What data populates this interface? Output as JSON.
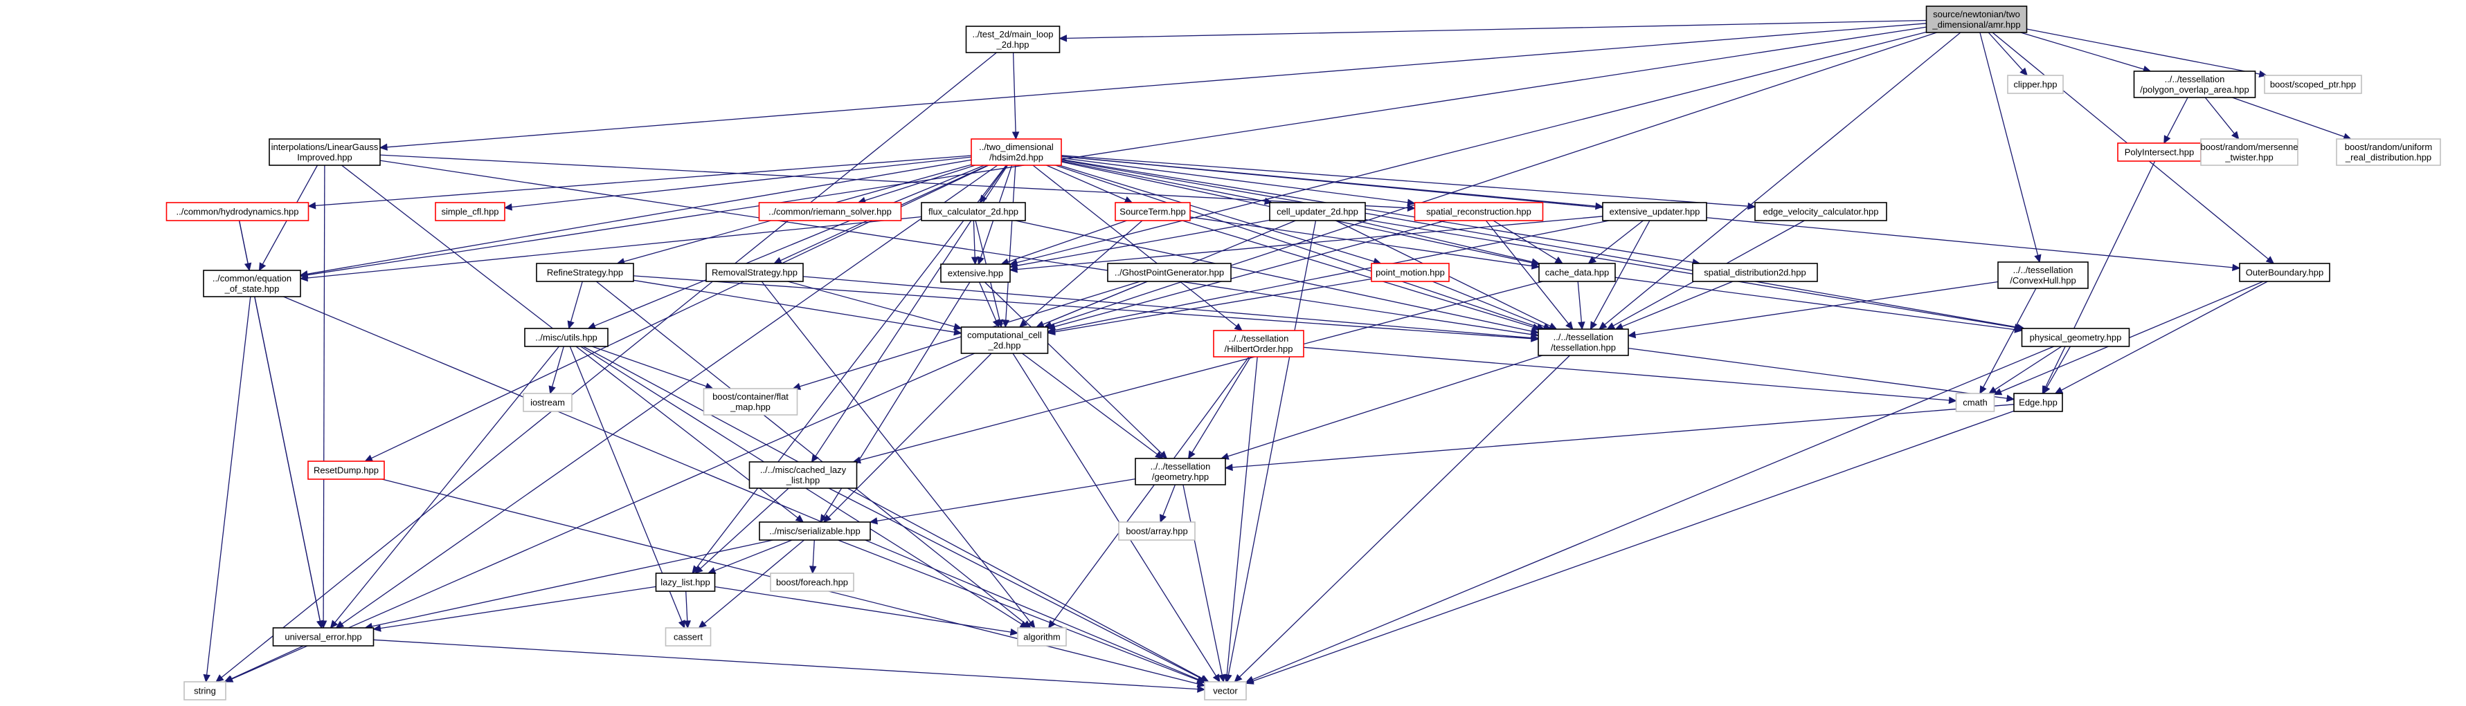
{
  "diagram": {
    "colors": {
      "root_fill": "#bfbfbf",
      "root_stroke": "#000000",
      "normal_stroke": "#000000",
      "missing_stroke": "#ff0000",
      "external_stroke": "#bfbfbf",
      "external_text": "#000000",
      "edge": "#191970",
      "background": "#ffffff"
    },
    "nodes": [
      {
        "id": "root",
        "lines": [
          "source/newtonian/two",
          "_dimensional/amr.hpp"
        ],
        "style": "root"
      },
      {
        "id": "test_2d",
        "lines": [
          "../test_2d/main_loop",
          "_2d.hpp"
        ],
        "style": "normal"
      },
      {
        "id": "clipper",
        "lines": [
          "clipper.hpp"
        ],
        "style": "external"
      },
      {
        "id": "polygon_overlap",
        "lines": [
          "../../tessellation",
          "/polygon_overlap_area.hpp"
        ],
        "style": "normal"
      },
      {
        "id": "boost_scoped",
        "lines": [
          "boost/scoped_ptr.hpp"
        ],
        "style": "external"
      },
      {
        "id": "linear_gauss",
        "lines": [
          "interpolations/LinearGauss",
          "Improved.hpp"
        ],
        "style": "normal"
      },
      {
        "id": "hdsim2d",
        "lines": [
          "../two_dimensional",
          "/hdsim2d.hpp"
        ],
        "style": "missing"
      },
      {
        "id": "polyintersect",
        "lines": [
          "PolyIntersect.hpp"
        ],
        "style": "missing"
      },
      {
        "id": "mersenne",
        "lines": [
          "boost/random/mersenne",
          "_twister.hpp"
        ],
        "style": "external"
      },
      {
        "id": "uniform_real",
        "lines": [
          "boost/random/uniform",
          "_real_distribution.hpp"
        ],
        "style": "external"
      },
      {
        "id": "hydrodynamics",
        "lines": [
          "../common/hydrodynamics.hpp"
        ],
        "style": "missing"
      },
      {
        "id": "simple_cfl",
        "lines": [
          "simple_cfl.hpp"
        ],
        "style": "missing"
      },
      {
        "id": "riemann",
        "lines": [
          "../common/riemann_solver.hpp"
        ],
        "style": "missing"
      },
      {
        "id": "flux_calc",
        "lines": [
          "flux_calculator_2d.hpp"
        ],
        "style": "normal"
      },
      {
        "id": "source_term",
        "lines": [
          "SourceTerm.hpp"
        ],
        "style": "missing"
      },
      {
        "id": "cell_updater",
        "lines": [
          "cell_updater_2d.hpp"
        ],
        "style": "normal"
      },
      {
        "id": "spatial_recon",
        "lines": [
          "spatial_reconstruction.hpp"
        ],
        "style": "missing"
      },
      {
        "id": "ext_updater",
        "lines": [
          "extensive_updater.hpp"
        ],
        "style": "normal"
      },
      {
        "id": "edge_vel",
        "lines": [
          "edge_velocity_calculator.hpp"
        ],
        "style": "normal"
      },
      {
        "id": "eq_of_state",
        "lines": [
          "../common/equation",
          "_of_state.hpp"
        ],
        "style": "normal"
      },
      {
        "id": "extensive",
        "lines": [
          "extensive.hpp"
        ],
        "style": "normal"
      },
      {
        "id": "ghost_point",
        "lines": [
          "../GhostPointGenerator.hpp"
        ],
        "style": "normal"
      },
      {
        "id": "point_motion",
        "lines": [
          "point_motion.hpp"
        ],
        "style": "missing"
      },
      {
        "id": "cache_data",
        "lines": [
          "cache_data.hpp"
        ],
        "style": "normal"
      },
      {
        "id": "spatial_dist",
        "lines": [
          "spatial_distribution2d.hpp"
        ],
        "style": "normal"
      },
      {
        "id": "convex_hull",
        "lines": [
          "../../tessellation",
          "/ConvexHull.hpp"
        ],
        "style": "normal"
      },
      {
        "id": "outer_boundary",
        "lines": [
          "OuterBoundary.hpp"
        ],
        "style": "normal"
      },
      {
        "id": "refine",
        "lines": [
          "RefineStrategy.hpp"
        ],
        "style": "normal"
      },
      {
        "id": "removal",
        "lines": [
          "RemovalStrategy.hpp"
        ],
        "style": "normal"
      },
      {
        "id": "misc_utils",
        "lines": [
          "../misc/utils.hpp"
        ],
        "style": "normal"
      },
      {
        "id": "comp_cell",
        "lines": [
          "computational_cell",
          "_2d.hpp"
        ],
        "style": "normal"
      },
      {
        "id": "hilbert",
        "lines": [
          "../../tessellation",
          "/HilbertOrder.hpp"
        ],
        "style": "missing"
      },
      {
        "id": "tessellation",
        "lines": [
          "../../tessellation",
          "/tessellation.hpp"
        ],
        "style": "normal"
      },
      {
        "id": "phys_geom",
        "lines": [
          "physical_geometry.hpp"
        ],
        "style": "normal"
      },
      {
        "id": "iostream",
        "lines": [
          "iostream"
        ],
        "style": "external"
      },
      {
        "id": "flat_map",
        "lines": [
          "boost/container/flat",
          "_map.hpp"
        ],
        "style": "external"
      },
      {
        "id": "cmath",
        "lines": [
          "cmath"
        ],
        "style": "external"
      },
      {
        "id": "edge",
        "lines": [
          "Edge.hpp"
        ],
        "style": "normal"
      },
      {
        "id": "reset_dump",
        "lines": [
          "ResetDump.hpp"
        ],
        "style": "missing"
      },
      {
        "id": "cached_lazy",
        "lines": [
          "../../misc/cached_lazy",
          "_list.hpp"
        ],
        "style": "normal"
      },
      {
        "id": "geometry",
        "lines": [
          "../../tessellation",
          "/geometry.hpp"
        ],
        "style": "normal"
      },
      {
        "id": "boost_array",
        "lines": [
          "boost/array.hpp"
        ],
        "style": "external"
      },
      {
        "id": "serializable",
        "lines": [
          "../misc/serializable.hpp"
        ],
        "style": "normal"
      },
      {
        "id": "lazy_list",
        "lines": [
          "lazy_list.hpp"
        ],
        "style": "normal"
      },
      {
        "id": "boost_foreach",
        "lines": [
          "boost/foreach.hpp"
        ],
        "style": "external"
      },
      {
        "id": "universal_error",
        "lines": [
          "universal_error.hpp"
        ],
        "style": "normal"
      },
      {
        "id": "cassert",
        "lines": [
          "cassert"
        ],
        "style": "external"
      },
      {
        "id": "algorithm",
        "lines": [
          "algorithm"
        ],
        "style": "external"
      },
      {
        "id": "string",
        "lines": [
          "string"
        ],
        "style": "external"
      },
      {
        "id": "vector",
        "lines": [
          "vector"
        ],
        "style": "external"
      }
    ],
    "edges": [
      [
        "root",
        "test_2d"
      ],
      [
        "root",
        "clipper"
      ],
      [
        "root",
        "polygon_overlap"
      ],
      [
        "root",
        "boost_scoped"
      ],
      [
        "root",
        "linear_gauss"
      ],
      [
        "root",
        "eq_of_state"
      ],
      [
        "root",
        "extensive"
      ],
      [
        "root",
        "tessellation"
      ],
      [
        "root",
        "convex_hull"
      ],
      [
        "root",
        "outer_boundary"
      ],
      [
        "root",
        "comp_cell"
      ],
      [
        "test_2d",
        "hdsim2d"
      ],
      [
        "test_2d",
        "string"
      ],
      [
        "polygon_overlap",
        "polyintersect"
      ],
      [
        "polygon_overlap",
        "mersenne"
      ],
      [
        "polygon_overlap",
        "uniform_real"
      ],
      [
        "polyintersect",
        "edge"
      ],
      [
        "linear_gauss",
        "spatial_recon"
      ],
      [
        "linear_gauss",
        "eq_of_state"
      ],
      [
        "linear_gauss",
        "serializable"
      ],
      [
        "linear_gauss",
        "universal_error"
      ],
      [
        "linear_gauss",
        "tessellation"
      ],
      [
        "hdsim2d",
        "hydrodynamics"
      ],
      [
        "hdsim2d",
        "simple_cfl"
      ],
      [
        "hdsim2d",
        "riemann"
      ],
      [
        "hdsim2d",
        "flux_calc"
      ],
      [
        "hdsim2d",
        "source_term"
      ],
      [
        "hdsim2d",
        "cell_updater"
      ],
      [
        "hdsim2d",
        "spatial_recon"
      ],
      [
        "hdsim2d",
        "ext_updater"
      ],
      [
        "hdsim2d",
        "edge_vel"
      ],
      [
        "hdsim2d",
        "eq_of_state"
      ],
      [
        "hdsim2d",
        "extensive"
      ],
      [
        "hdsim2d",
        "point_motion"
      ],
      [
        "hdsim2d",
        "cache_data"
      ],
      [
        "hdsim2d",
        "spatial_dist"
      ],
      [
        "hdsim2d",
        "outer_boundary"
      ],
      [
        "hdsim2d",
        "refine"
      ],
      [
        "hdsim2d",
        "removal"
      ],
      [
        "hdsim2d",
        "misc_utils"
      ],
      [
        "hdsim2d",
        "comp_cell"
      ],
      [
        "hdsim2d",
        "hilbert"
      ],
      [
        "hdsim2d",
        "tessellation"
      ],
      [
        "hdsim2d",
        "phys_geom"
      ],
      [
        "hdsim2d",
        "reset_dump"
      ],
      [
        "hdsim2d",
        "cached_lazy"
      ],
      [
        "hdsim2d",
        "lazy_list"
      ],
      [
        "hdsim2d",
        "universal_error"
      ],
      [
        "hydrodynamics",
        "eq_of_state"
      ],
      [
        "hydrodynamics",
        "universal_error"
      ],
      [
        "flux_calc",
        "extensive"
      ],
      [
        "flux_calc",
        "comp_cell"
      ],
      [
        "flux_calc",
        "tessellation"
      ],
      [
        "flux_calc",
        "eq_of_state"
      ],
      [
        "source_term",
        "extensive"
      ],
      [
        "source_term",
        "comp_cell"
      ],
      [
        "source_term",
        "cache_data"
      ],
      [
        "source_term",
        "tessellation"
      ],
      [
        "cell_updater",
        "extensive"
      ],
      [
        "cell_updater",
        "comp_cell"
      ],
      [
        "cell_updater",
        "cache_data"
      ],
      [
        "cell_updater",
        "tessellation"
      ],
      [
        "cell_updater",
        "phys_geom"
      ],
      [
        "cell_updater",
        "vector"
      ],
      [
        "spatial_recon",
        "tessellation"
      ],
      [
        "spatial_recon",
        "comp_cell"
      ],
      [
        "spatial_recon",
        "cache_data"
      ],
      [
        "ext_updater",
        "extensive"
      ],
      [
        "ext_updater",
        "comp_cell"
      ],
      [
        "ext_updater",
        "cache_data"
      ],
      [
        "ext_updater",
        "tessellation"
      ],
      [
        "edge_vel",
        "tessellation"
      ],
      [
        "eq_of_state",
        "string"
      ],
      [
        "eq_of_state",
        "vector"
      ],
      [
        "eq_of_state",
        "universal_error"
      ],
      [
        "extensive",
        "comp_cell"
      ],
      [
        "extensive",
        "geometry"
      ],
      [
        "extensive",
        "serializable"
      ],
      [
        "ghost_point",
        "comp_cell"
      ],
      [
        "ghost_point",
        "flat_map"
      ],
      [
        "point_motion",
        "tessellation"
      ],
      [
        "point_motion",
        "comp_cell"
      ],
      [
        "cache_data",
        "tessellation"
      ],
      [
        "cache_data",
        "phys_geom"
      ],
      [
        "cache_data",
        "cached_lazy"
      ],
      [
        "spatial_dist",
        "tessellation"
      ],
      [
        "convex_hull",
        "tessellation"
      ],
      [
        "convex_hull",
        "cmath"
      ],
      [
        "outer_boundary",
        "edge"
      ],
      [
        "outer_boundary",
        "cmath"
      ],
      [
        "refine",
        "misc_utils"
      ],
      [
        "refine",
        "comp_cell"
      ],
      [
        "refine",
        "tessellation"
      ],
      [
        "refine",
        "algorithm"
      ],
      [
        "removal",
        "comp_cell"
      ],
      [
        "removal",
        "tessellation"
      ],
      [
        "removal",
        "algorithm"
      ],
      [
        "misc_utils",
        "iostream"
      ],
      [
        "misc_utils",
        "flat_map"
      ],
      [
        "misc_utils",
        "cassert"
      ],
      [
        "misc_utils",
        "algorithm"
      ],
      [
        "misc_utils",
        "universal_error"
      ],
      [
        "misc_utils",
        "vector"
      ],
      [
        "comp_cell",
        "geometry"
      ],
      [
        "comp_cell",
        "serializable"
      ],
      [
        "comp_cell",
        "vector"
      ],
      [
        "comp_cell",
        "string"
      ],
      [
        "hilbert",
        "geometry"
      ],
      [
        "hilbert",
        "cmath"
      ],
      [
        "hilbert",
        "algorithm"
      ],
      [
        "hilbert",
        "vector"
      ],
      [
        "tessellation",
        "geometry"
      ],
      [
        "tessellation",
        "edge"
      ],
      [
        "tessellation",
        "vector"
      ],
      [
        "phys_geom",
        "edge"
      ],
      [
        "phys_geom",
        "cmath"
      ],
      [
        "phys_geom",
        "vector"
      ],
      [
        "edge",
        "geometry"
      ],
      [
        "edge",
        "vector"
      ],
      [
        "reset_dump",
        "vector"
      ],
      [
        "cached_lazy",
        "lazy_list"
      ],
      [
        "cached_lazy",
        "vector"
      ],
      [
        "geometry",
        "boost_array"
      ],
      [
        "geometry",
        "serializable"
      ],
      [
        "geometry",
        "vector"
      ],
      [
        "serializable",
        "lazy_list"
      ],
      [
        "serializable",
        "boost_foreach"
      ],
      [
        "serializable",
        "cassert"
      ],
      [
        "serializable",
        "universal_error"
      ],
      [
        "serializable",
        "vector"
      ],
      [
        "lazy_list",
        "universal_error"
      ],
      [
        "lazy_list",
        "cassert"
      ],
      [
        "lazy_list",
        "algorithm"
      ],
      [
        "universal_error",
        "string"
      ],
      [
        "universal_error",
        "vector"
      ]
    ]
  }
}
